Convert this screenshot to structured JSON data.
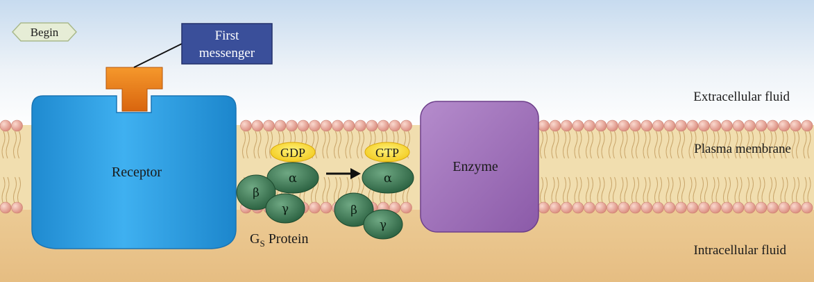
{
  "begin_label": "Begin",
  "first_messenger": {
    "line1": "First",
    "line2": "messenger"
  },
  "regions": {
    "extracellular": "Extracellular fluid",
    "membrane": "Plasma membrane",
    "intracellular": "Intracellular fluid"
  },
  "receptor_label": "Receptor",
  "enzyme_label": "Enzyme",
  "gdp_label": "GDP",
  "gtp_label": "GTP",
  "subunits": {
    "alpha": "α",
    "beta": "β",
    "gamma": "γ"
  },
  "gs_protein": {
    "main": "G",
    "subscript": "S",
    "suffix": " Protein"
  },
  "colors": {
    "receptor": "#2a9ae0",
    "messenger": "#e87b1e",
    "enzyme": "#9b6bb5",
    "g_subunit": "#2f6b45",
    "nucleotide": "#f5d020",
    "first_messenger_box": "#3a4f9a",
    "phospholipid_head": "#e9a89a",
    "membrane_core": "#efd9a6",
    "intracellular": "#e9c58e",
    "sky_top": "#c9dcef"
  }
}
